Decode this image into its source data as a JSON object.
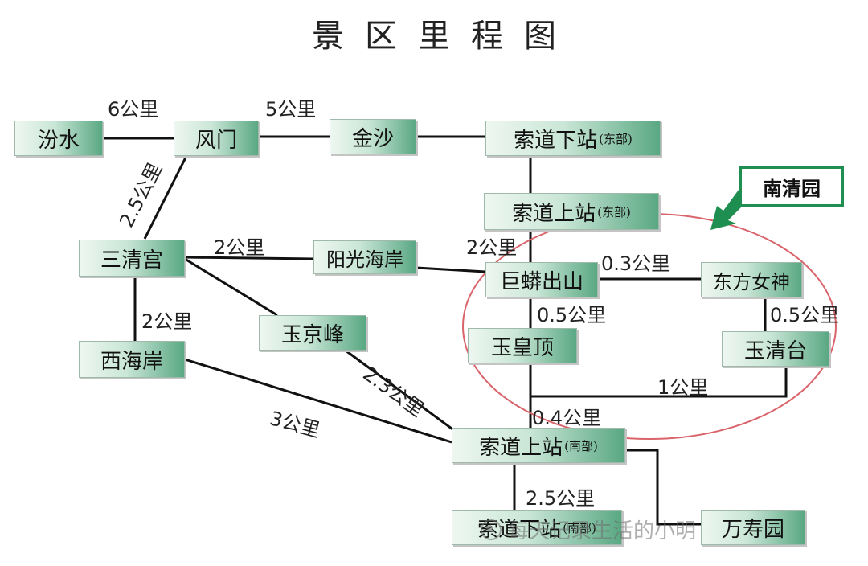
{
  "title": "景区里程图",
  "callout": {
    "label": "南清园"
  },
  "watermark": {
    "text": "每天记录生活的小明"
  },
  "colors": {
    "edge": "#111111",
    "ellipse": "#d9646b",
    "callout": "#1e8f50",
    "node_dark": "#5aa883"
  },
  "nodes": {
    "fenshui": {
      "text": "汾水",
      "sub": ""
    },
    "fengmen": {
      "text": "风门",
      "sub": ""
    },
    "jinsha": {
      "text": "金沙",
      "sub": ""
    },
    "suodao_xia_dong": {
      "text": "索道下站",
      "sub": "(东部)"
    },
    "suodao_shang_dong": {
      "text": "索道上站",
      "sub": "(东部)"
    },
    "sanqinggong": {
      "text": "三清宫",
      "sub": ""
    },
    "yangguang_haian": {
      "text": "阳光海岸",
      "sub": ""
    },
    "jumang_chushan": {
      "text": "巨蟒出山",
      "sub": ""
    },
    "dongfang_nvshen": {
      "text": "东方女神",
      "sub": ""
    },
    "yujingfeng": {
      "text": "玉京峰",
      "sub": ""
    },
    "yuhuangding": {
      "text": "玉皇顶",
      "sub": ""
    },
    "yuqingtai": {
      "text": "玉清台",
      "sub": ""
    },
    "xihaian": {
      "text": "西海岸",
      "sub": ""
    },
    "suodao_shang_nan": {
      "text": "索道上站",
      "sub": "(南部)"
    },
    "suodao_xia_nan": {
      "text": "索道下站",
      "sub": "(南部)"
    },
    "wanshouyuan": {
      "text": "万寿园",
      "sub": ""
    }
  },
  "distances": {
    "fenshui_fengmen": "6公里",
    "fengmen_jinsha": "5公里",
    "fengmen_sanqinggong": "2.5公里",
    "sanqinggong_yangguang": "2公里",
    "suodao_shang_dong_jumang": "2公里",
    "jumang_dongfang": "0.3公里",
    "jumang_yuhuang": "0.5公里",
    "dongfang_yuqing": "0.5公里",
    "yuqing_junction": "1公里",
    "yuhuang_suodao_nan": "0.4公里",
    "sanqinggong_xihaian": "2公里",
    "yujing_suodao_nan": "2.3公里",
    "xihaian_suodao_nan": "3公里",
    "suodao_nan_xia_nan": "2.5公里"
  }
}
